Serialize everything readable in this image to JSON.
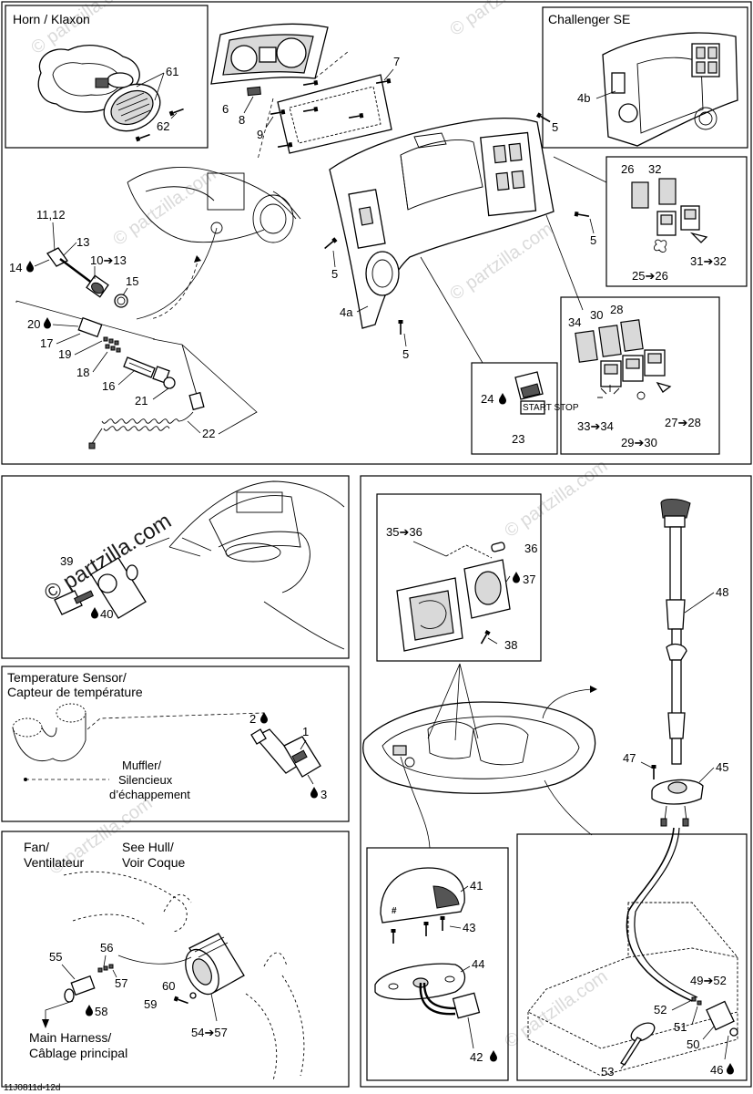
{
  "panels": {
    "horn_title": "Horn  / Klaxon",
    "challenger_title": "Challenger SE",
    "temp_title_line1": "Temperature Sensor/",
    "temp_title_line2": "Capteur de température",
    "muffler_line1": "Muffler/",
    "muffler_line2": "Silencieux",
    "muffler_line3": "d’échappement",
    "fan_line1": "Fan/",
    "fan_line2": "Ventilateur",
    "hull_line1": "See Hull/",
    "hull_line2": "Voir Coque",
    "harness_line1": "Main Harness/",
    "harness_line2": "Câblage principal"
  },
  "callouts": {
    "c61": "61",
    "c62": "62",
    "c6": "6",
    "c7": "7",
    "c8": "8",
    "c9": "9",
    "c4b": "4b",
    "c5a": "5",
    "c5b": "5",
    "c5c": "5",
    "c5d": "5",
    "c4a": "4a",
    "c11_12": "11,12",
    "c13": "13",
    "c14": "14",
    "c10_13": "10➔13",
    "c15": "15",
    "c20": "20",
    "c17": "17",
    "c19": "19",
    "c18": "18",
    "c16": "16",
    "c21": "21",
    "c22": "22",
    "c26": "26",
    "c32": "32",
    "c25_26": "25➔26",
    "c31_32": "31➔32",
    "c34": "34",
    "c30": "30",
    "c28": "28",
    "c33_34": "33➔34",
    "c27_28": "27➔28",
    "c29_30": "29➔30",
    "c24": "24",
    "c23": "23",
    "c39": "39",
    "c40": "40",
    "c35_36": "35➔36",
    "c36": "36",
    "c37": "37",
    "c38": "38",
    "c48": "48",
    "c47": "47",
    "c45": "45",
    "c2": "2",
    "c1": "1",
    "c3": "3",
    "c41": "41",
    "c43": "43",
    "c44": "44",
    "c42": "42",
    "c55": "55",
    "c56": "56",
    "c57": "57",
    "c58": "58",
    "c60": "60",
    "c59": "59",
    "c54_57": "54➔57",
    "c49_52": "49➔52",
    "c52": "52",
    "c51": "51",
    "c50": "50",
    "c53": "53",
    "c46": "46"
  },
  "watermark": "© partzilla.com",
  "start_stop_label": "START STOP",
  "drawing_code": "11J0811d-12d"
}
